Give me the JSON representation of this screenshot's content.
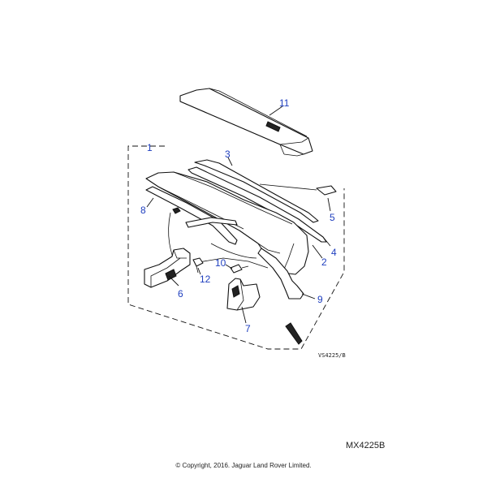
{
  "callouts": {
    "c1": "1",
    "c2": "2",
    "c3": "3",
    "c4": "4",
    "c5": "5",
    "c6": "6",
    "c7": "7",
    "c8": "8",
    "c9": "9",
    "c10": "10",
    "c11": "11",
    "c12": "12"
  },
  "drawing_ref": "VS4225/B",
  "figure_code": "MX4225B",
  "copyright": "© Copyright, 2016. Jaguar Land Rover Limited.",
  "colors": {
    "callout": "#1f3fbf",
    "line": "#111111",
    "background": "#ffffff"
  }
}
